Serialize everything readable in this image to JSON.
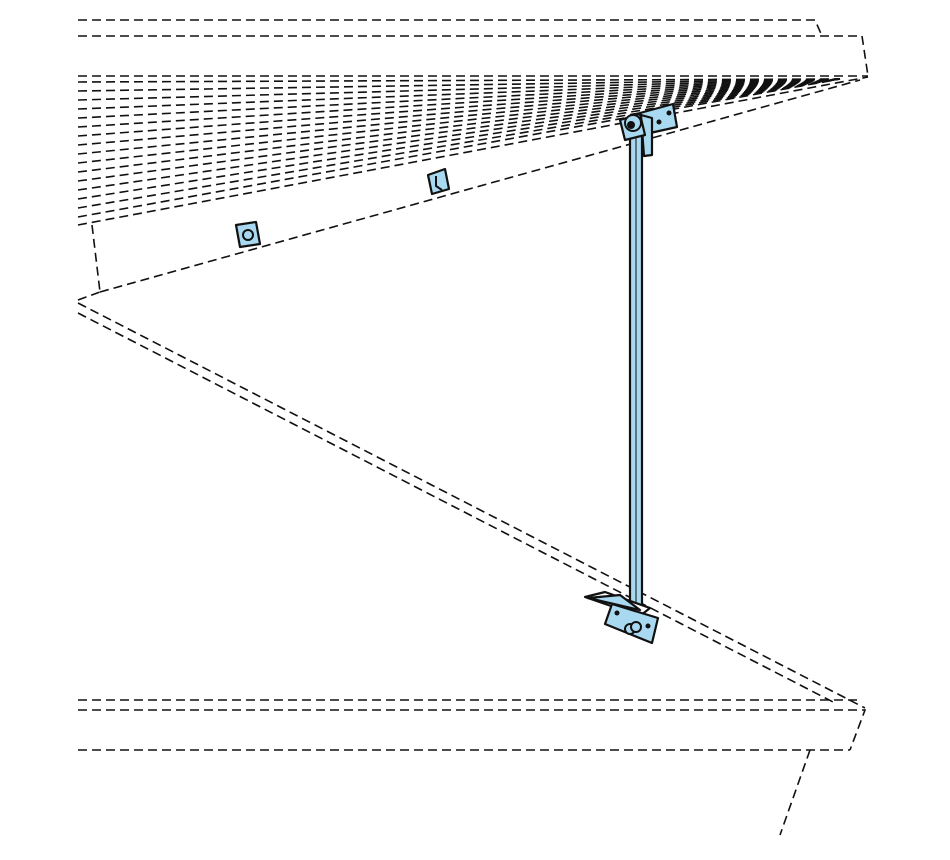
{
  "figure": {
    "colors": {
      "part_fill": "#a9d9f0",
      "outline": "#111111",
      "background": "#ffffff"
    },
    "parts": [
      "upper-panel",
      "lower-panel",
      "support-rod",
      "upper-hinge-bracket",
      "lower-hinge-bracket",
      "clip-left",
      "clip-middle"
    ]
  }
}
